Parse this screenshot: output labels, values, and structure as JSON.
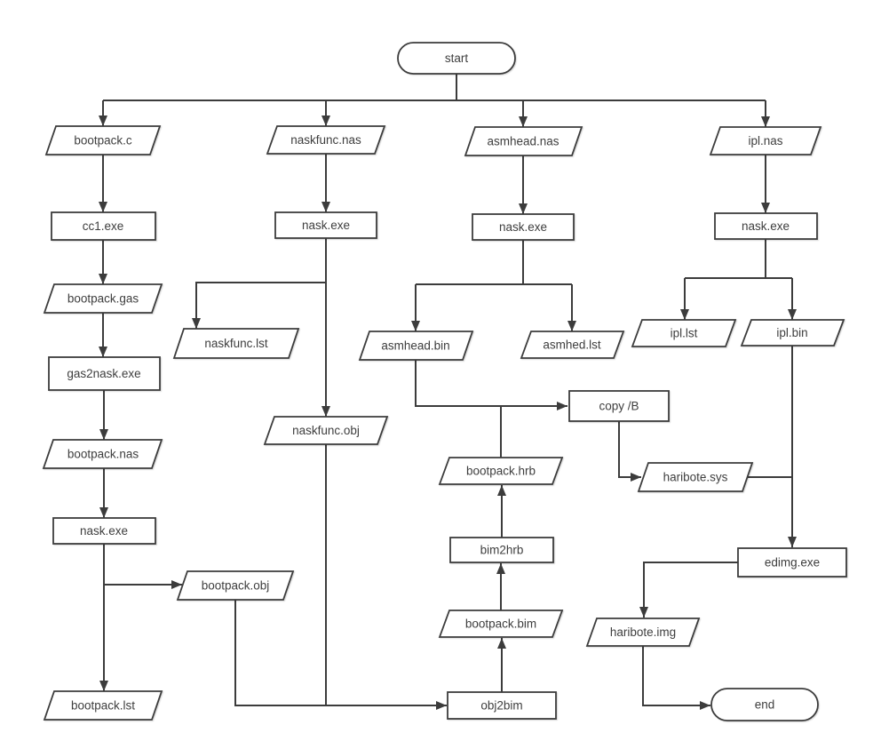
{
  "diagram": {
    "type": "flowchart",
    "colors": {
      "background": "#ffffff",
      "node_fill": "#ffffff",
      "stroke": "#3c3c3c",
      "text": "#3e3e3e"
    },
    "nodes": {
      "start": {
        "label": "start",
        "shape": "terminator"
      },
      "bootpack_c": {
        "label": "bootpack.c",
        "shape": "data"
      },
      "cc1_exe": {
        "label": "cc1.exe",
        "shape": "process"
      },
      "bootpack_gas": {
        "label": "bootpack.gas",
        "shape": "data"
      },
      "gas2nask_exe": {
        "label": "gas2nask.exe",
        "shape": "process"
      },
      "bootpack_nas": {
        "label": "bootpack.nas",
        "shape": "data"
      },
      "nask_exe_1": {
        "label": "nask.exe",
        "shape": "process"
      },
      "bootpack_obj": {
        "label": "bootpack.obj",
        "shape": "data"
      },
      "bootpack_lst": {
        "label": "bootpack.lst",
        "shape": "data"
      },
      "naskfunc_nas": {
        "label": "naskfunc.nas",
        "shape": "data"
      },
      "nask_exe_2": {
        "label": "nask.exe",
        "shape": "process"
      },
      "naskfunc_lst": {
        "label": "naskfunc.lst",
        "shape": "data"
      },
      "naskfunc_obj": {
        "label": "naskfunc.obj",
        "shape": "data"
      },
      "asmhead_nas": {
        "label": "asmhead.nas",
        "shape": "data"
      },
      "nask_exe_3": {
        "label": "nask.exe",
        "shape": "process"
      },
      "asmhead_bin": {
        "label": "asmhead.bin",
        "shape": "data"
      },
      "asmhed_lst": {
        "label": "asmhed.lst",
        "shape": "data"
      },
      "copy_b": {
        "label": "copy /B",
        "shape": "process"
      },
      "haribote_sys": {
        "label": "haribote.sys",
        "shape": "data"
      },
      "bootpack_hrb": {
        "label": "bootpack.hrb",
        "shape": "data"
      },
      "bim2hrb": {
        "label": "bim2hrb",
        "shape": "process"
      },
      "bootpack_bim": {
        "label": "bootpack.bim",
        "shape": "data"
      },
      "obj2bim": {
        "label": "obj2bim",
        "shape": "process"
      },
      "ipl_nas": {
        "label": "ipl.nas",
        "shape": "data"
      },
      "nask_exe_4": {
        "label": "nask.exe",
        "shape": "process"
      },
      "ipl_lst": {
        "label": "ipl.lst",
        "shape": "data"
      },
      "ipl_bin": {
        "label": "ipl.bin",
        "shape": "data"
      },
      "edimg_exe": {
        "label": "edimg.exe",
        "shape": "process"
      },
      "haribote_img": {
        "label": "haribote.img",
        "shape": "data"
      },
      "end": {
        "label": "end",
        "shape": "terminator"
      }
    },
    "edges": [
      {
        "from": "start",
        "to": "bootpack_c"
      },
      {
        "from": "start",
        "to": "naskfunc_nas"
      },
      {
        "from": "start",
        "to": "asmhead_nas"
      },
      {
        "from": "start",
        "to": "ipl_nas"
      },
      {
        "from": "bootpack_c",
        "to": "cc1_exe"
      },
      {
        "from": "cc1_exe",
        "to": "bootpack_gas"
      },
      {
        "from": "bootpack_gas",
        "to": "gas2nask_exe"
      },
      {
        "from": "gas2nask_exe",
        "to": "bootpack_nas"
      },
      {
        "from": "bootpack_nas",
        "to": "nask_exe_1"
      },
      {
        "from": "nask_exe_1",
        "to": "bootpack_lst"
      },
      {
        "from": "nask_exe_1",
        "to": "bootpack_obj"
      },
      {
        "from": "bootpack_obj",
        "to": "obj2bim"
      },
      {
        "from": "naskfunc_nas",
        "to": "nask_exe_2"
      },
      {
        "from": "nask_exe_2",
        "to": "naskfunc_lst"
      },
      {
        "from": "nask_exe_2",
        "to": "naskfunc_obj"
      },
      {
        "from": "naskfunc_obj",
        "to": "obj2bim"
      },
      {
        "from": "obj2bim",
        "to": "bootpack_bim"
      },
      {
        "from": "bootpack_bim",
        "to": "bim2hrb"
      },
      {
        "from": "bim2hrb",
        "to": "bootpack_hrb"
      },
      {
        "from": "bootpack_hrb",
        "to": "copy_b"
      },
      {
        "from": "asmhead_nas",
        "to": "nask_exe_3"
      },
      {
        "from": "nask_exe_3",
        "to": "asmhead_bin"
      },
      {
        "from": "nask_exe_3",
        "to": "asmhed_lst"
      },
      {
        "from": "asmhead_bin",
        "to": "copy_b"
      },
      {
        "from": "copy_b",
        "to": "haribote_sys"
      },
      {
        "from": "haribote_sys",
        "to": "edimg_exe"
      },
      {
        "from": "ipl_nas",
        "to": "nask_exe_4"
      },
      {
        "from": "nask_exe_4",
        "to": "ipl_lst"
      },
      {
        "from": "nask_exe_4",
        "to": "ipl_bin"
      },
      {
        "from": "ipl_bin",
        "to": "edimg_exe"
      },
      {
        "from": "edimg_exe",
        "to": "haribote_img"
      },
      {
        "from": "haribote_img",
        "to": "end"
      }
    ]
  }
}
